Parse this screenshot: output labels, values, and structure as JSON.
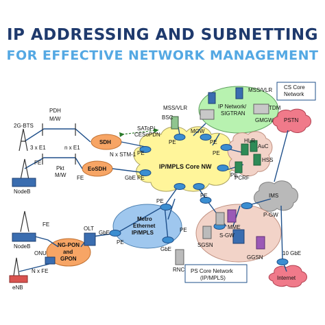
{
  "title": {
    "line1": "IP ADDRESSING AND SUBNETTING",
    "line2": "FOR EFFECTIVE NETWORK MANAGEMENT"
  },
  "labels": {
    "bts": "2G-BTS",
    "pdh": "PDH",
    "mw": "M/W",
    "e1_3x": "3 x E1",
    "e1_nx": "n x E1",
    "sdh": "SDH",
    "nstm": "N x STM-1",
    "satop": "SAToP/",
    "cesopdn": "CESoPDN",
    "bsc": "BSC",
    "fe1": "FE",
    "pkt": "Pkt",
    "pktmw": "M/W",
    "fe2": "FE",
    "eosdh": "EoSDH",
    "gbe1": "GbE",
    "nodeb1": "NodeB",
    "mss_vlr1": "MSS/VLR",
    "ip_network": "IP Network/",
    "sigtran": "SIGTRAN",
    "mgw": "MGW",
    "mss_vlr2": "MSS/VLR",
    "cs_core": "CS Core",
    "network": "Network",
    "tdm": "TDM",
    "gmgw": "GMGW",
    "pstn": "PSTN",
    "ipmpls_core": "IP/MPLS  Core NW",
    "hlr": "HLR",
    "auc": "AuC",
    "hss": "HSS",
    "pcrf": "PCRF",
    "ims": "IMS",
    "pgw": "P-GW",
    "mme": "MME",
    "sgw": "S-GW",
    "sgsn": "SGSN",
    "ggsn": "GGSN",
    "gbe_10": "10 GbE",
    "internet": "Internet",
    "ps_core1": "PS Core Network",
    "ps_core2": "(IP/MPLS)",
    "metro1": "Metro",
    "metro2": "Ethernet",
    "metro3": "IP/MPLS",
    "olt": "OLT",
    "gbe2": "GbE",
    "gbe3": "GbE",
    "fe3": "FE",
    "nodeb2": "NodeB",
    "ngpon1": "NG-PON",
    "ngpon2": "and",
    "ngpon3": "GPON",
    "onu": "ONU",
    "nxfe": "N x FE",
    "enb": "eNB",
    "rnc": "RNC",
    "pe": "PE"
  },
  "colors": {
    "title_dark": "#1f3a6d",
    "title_light": "#54a8e3",
    "cloud_yellow": "#fff59a",
    "cloud_green": "#b8f2b0",
    "cloud_blue": "#9fc7ee",
    "cloud_pink": "#f2d3c8",
    "cloud_grey": "#b9b9b9",
    "cloud_red": "#f07a8a",
    "orange": "#f7a565",
    "router": "#3b8ed1",
    "link": "#1e4f8a"
  }
}
